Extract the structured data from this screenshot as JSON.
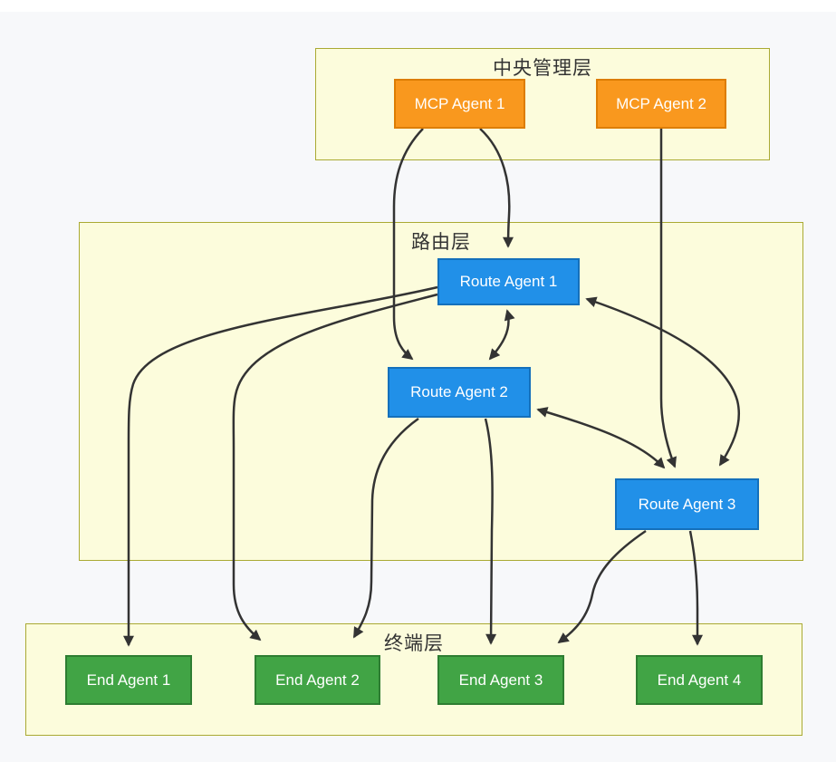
{
  "diagram": {
    "layers": [
      {
        "id": "central",
        "label": "中央管理层"
      },
      {
        "id": "route",
        "label": "路由层"
      },
      {
        "id": "terminal",
        "label": "终端层"
      }
    ],
    "nodes": [
      {
        "id": "mcp1",
        "label": "MCP Agent 1",
        "type": "mcp"
      },
      {
        "id": "mcp2",
        "label": "MCP Agent 2",
        "type": "mcp"
      },
      {
        "id": "route1",
        "label": "Route Agent 1",
        "type": "route"
      },
      {
        "id": "route2",
        "label": "Route Agent 2",
        "type": "route"
      },
      {
        "id": "route3",
        "label": "Route Agent 3",
        "type": "route"
      },
      {
        "id": "end1",
        "label": "End Agent 1",
        "type": "end"
      },
      {
        "id": "end2",
        "label": "End Agent 2",
        "type": "end"
      },
      {
        "id": "end3",
        "label": "End Agent 3",
        "type": "end"
      },
      {
        "id": "end4",
        "label": "End Agent 4",
        "type": "end"
      }
    ],
    "edges": [
      {
        "from": "mcp1",
        "to": "route1",
        "bidirectional": false
      },
      {
        "from": "mcp1",
        "to": "route2",
        "bidirectional": false
      },
      {
        "from": "mcp2",
        "to": "route3",
        "bidirectional": false
      },
      {
        "from": "route1",
        "to": "route2",
        "bidirectional": true
      },
      {
        "from": "route1",
        "to": "route3",
        "bidirectional": true
      },
      {
        "from": "route2",
        "to": "route3",
        "bidirectional": true
      },
      {
        "from": "route1",
        "to": "end1",
        "bidirectional": false
      },
      {
        "from": "route1",
        "to": "end2",
        "bidirectional": false
      },
      {
        "from": "route2",
        "to": "end2",
        "bidirectional": false
      },
      {
        "from": "route2",
        "to": "end3",
        "bidirectional": false
      },
      {
        "from": "route3",
        "to": "end3",
        "bidirectional": false
      },
      {
        "from": "route3",
        "to": "end4",
        "bidirectional": false
      }
    ],
    "colors": {
      "mcp_fill": "#f9981e",
      "mcp_border": "#dd7d03",
      "route_fill": "#2190e8",
      "route_border": "#1470bb",
      "end_fill": "#41a445",
      "end_border": "#2e7d32",
      "layer_fill": "#fcfcdc",
      "layer_border": "#aaaa33",
      "edge": "#333333",
      "node_text": "#ffffff",
      "label_text": "#333333",
      "page_background": "#f7f8fa"
    }
  }
}
